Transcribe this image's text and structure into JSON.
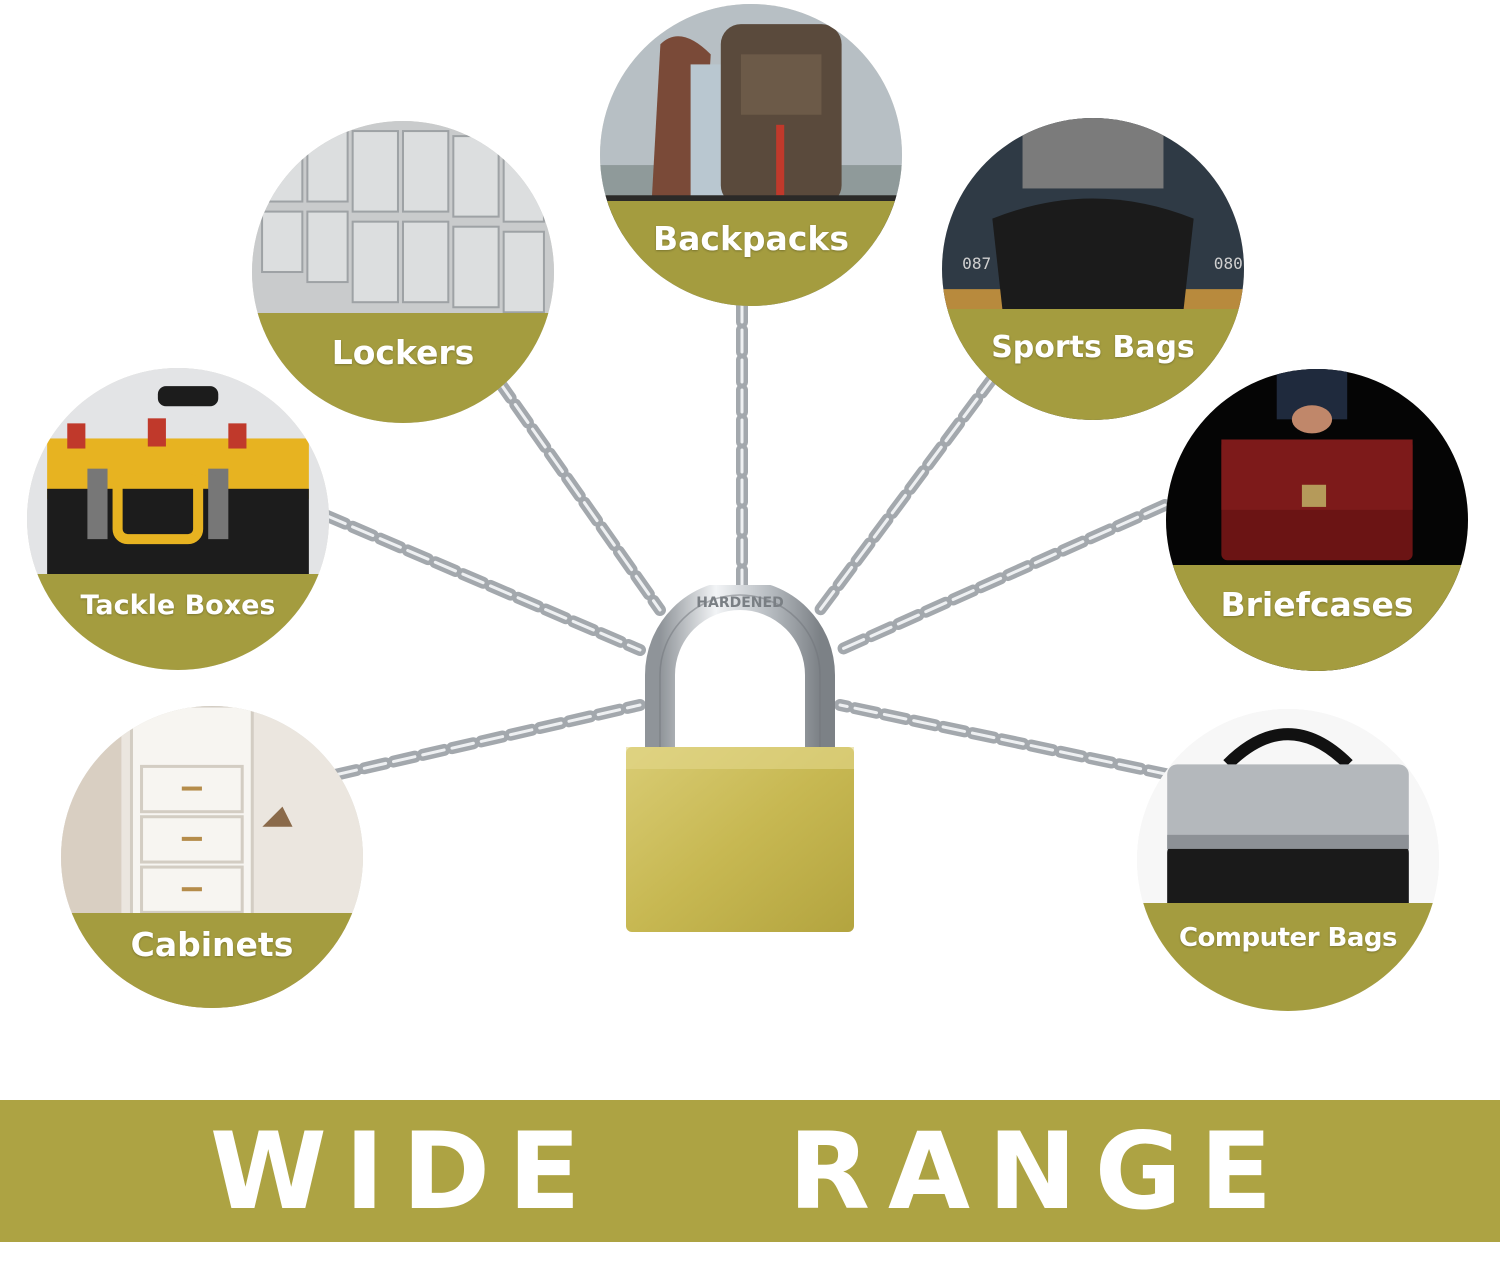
{
  "banner": {
    "text": "WIDE  RANGE"
  },
  "uses": {
    "backpacks": "Backpacks",
    "lockers": "Lockers",
    "sports_bags": "Sports Bags",
    "tackle_boxes": "Tackle Boxes",
    "briefcases": "Briefcases",
    "cabinets": "Cabinets",
    "computer_bags": "Computer Bags"
  },
  "padlock": {
    "shackle_text": "HARDENED"
  },
  "colors": {
    "band": "#a49c3f",
    "banner": "#ada343",
    "brass": "#c9b957",
    "steel": "#b8bcc0"
  }
}
